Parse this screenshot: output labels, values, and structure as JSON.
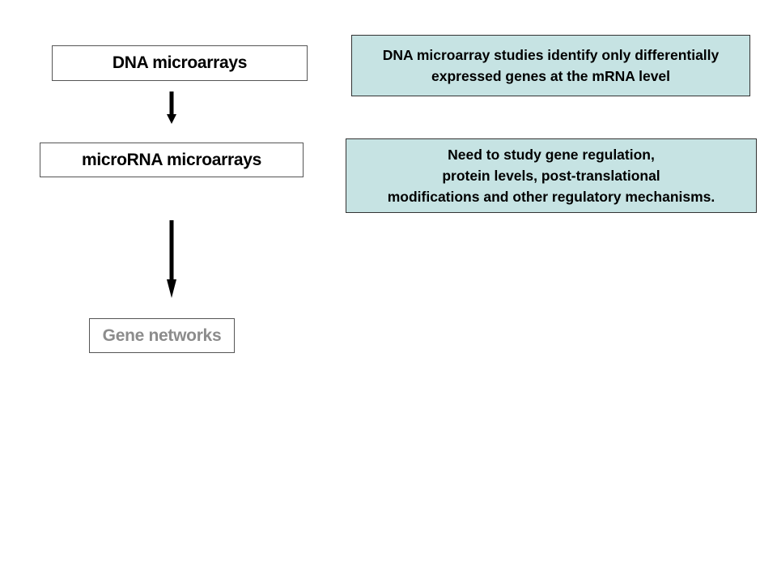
{
  "flow": {
    "step1": "DNA microarrays",
    "step2": "microRNA microarrays",
    "step3": "Gene networks"
  },
  "notes": {
    "note1": {
      "lines": [
        "DNA microarray studies identify only differentially",
        "expressed genes at the mRNA level"
      ]
    },
    "note2": {
      "lines": [
        "Need to  study gene regulation,",
        "protein levels, post-translational",
        "modifications and other regulatory mechanisms."
      ]
    }
  },
  "colors": {
    "note_background": "#c6e3e3",
    "muted_text": "#8c8c8c",
    "arrow": "#000000"
  }
}
